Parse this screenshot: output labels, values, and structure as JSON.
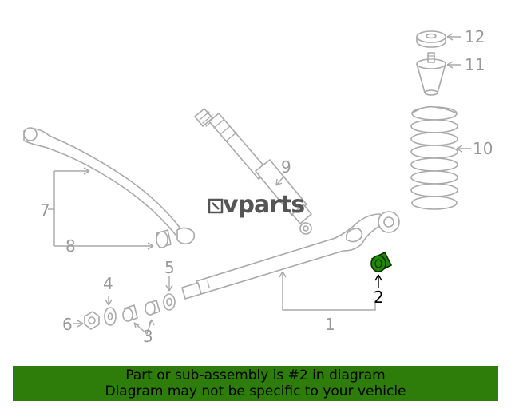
{
  "logo": {
    "text": "vparts"
  },
  "callouts": {
    "c1": "1",
    "c2": "2",
    "c3": "3",
    "c4": "4",
    "c5": "5",
    "c6": "6",
    "c7": "7",
    "c8": "8",
    "c9": "9",
    "c10": "10",
    "c11": "11",
    "c12": "12"
  },
  "highlight_color": "#1f8a00",
  "banner": {
    "line1": "Part or sub-assembly is #2 in diagram",
    "line2": "Diagram may not be specific to your vehicle",
    "color": "#2e7d0b"
  }
}
